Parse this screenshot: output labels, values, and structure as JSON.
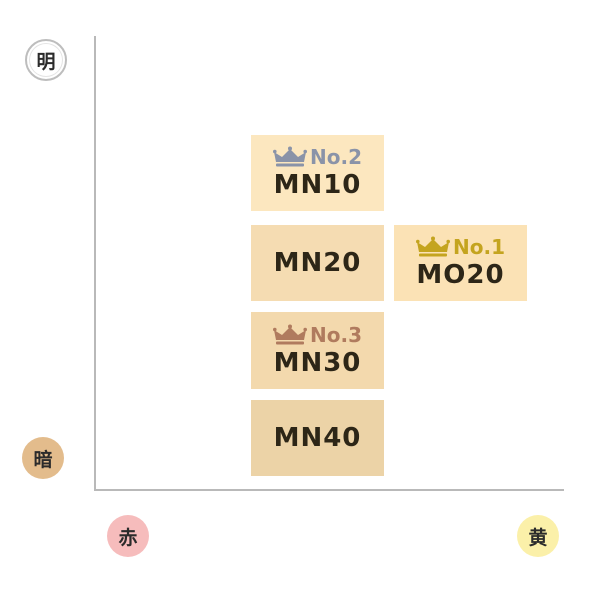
{
  "axes": {
    "top_label": "明",
    "bottom_label": "暗",
    "left_label": "赤",
    "right_label": "黄"
  },
  "tiles": [
    {
      "code": "MN10",
      "rank": "No.2",
      "rank_color": "#8a93a8",
      "color": "#fce7bf"
    },
    {
      "code": "MN20",
      "color": "#f5dcb2"
    },
    {
      "code": "MO20",
      "rank": "No.1",
      "rank_color": "#c4a41f",
      "color": "#fbe2b5"
    },
    {
      "code": "MN30",
      "rank": "No.3",
      "rank_color": "#b07b5e",
      "color": "#f3d9ad"
    },
    {
      "code": "MN40",
      "color": "#ecd3a7"
    }
  ],
  "icons": {
    "rank": "crown-icon"
  }
}
